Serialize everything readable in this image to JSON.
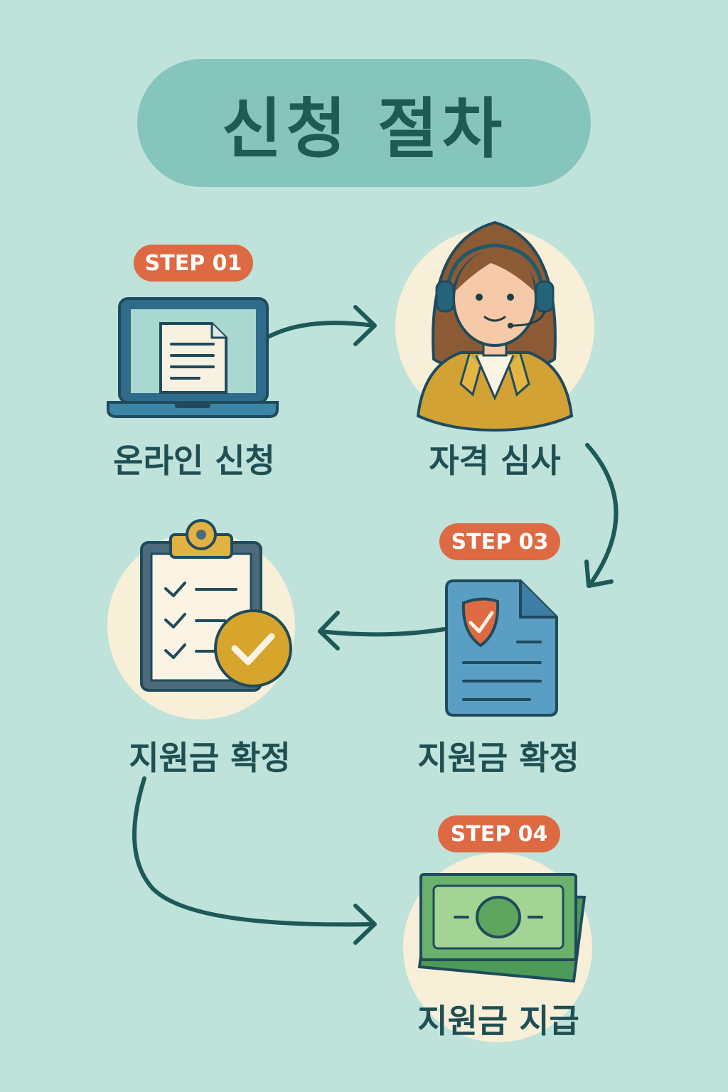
{
  "title": "신청 절차",
  "steps": [
    {
      "badge": "STEP 01",
      "label": "온라인 신청",
      "icon": "laptop-document-icon"
    },
    {
      "badge": "",
      "label": "자격 심사",
      "icon": "call-center-agent-icon"
    },
    {
      "badge": "STEP 03",
      "label": "지원금 확정",
      "icon": "verified-document-icon"
    },
    {
      "badge": "",
      "label": "지원금 확정",
      "icon": "clipboard-checklist-icon"
    },
    {
      "badge": "STEP 04",
      "label": "지원금 지급",
      "icon": "banknotes-icon"
    }
  ],
  "colors": {
    "background": "#bfe2da",
    "title_pill": "#86c5bb",
    "title_text": "#1f5a55",
    "badge": "#dd6a43",
    "arrow": "#1d5a57",
    "icon_circle": "#f8efd9"
  }
}
